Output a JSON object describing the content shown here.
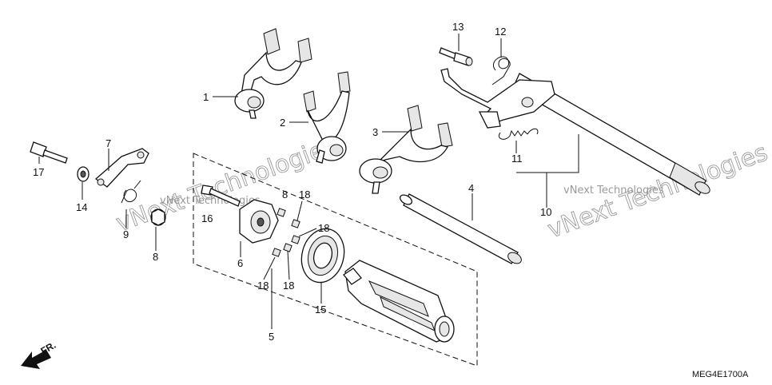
{
  "diagram": {
    "diagram_code": "MEG4E1700A",
    "direction_label": "FR.",
    "watermark": "vNext Technologies",
    "callouts": {
      "c1": "1",
      "c2": "2",
      "c3": "3",
      "c4": "4",
      "c5": "5",
      "c6": "6",
      "c7": "7",
      "c8a": "8",
      "c8b": "8",
      "c9": "9",
      "c10": "10",
      "c11": "11",
      "c12": "12",
      "c13": "13",
      "c14": "14",
      "c15": "15",
      "c16": "16",
      "c17": "17",
      "c18a": "18",
      "c18b": "18",
      "c18c": "18",
      "c18d": "18"
    }
  }
}
